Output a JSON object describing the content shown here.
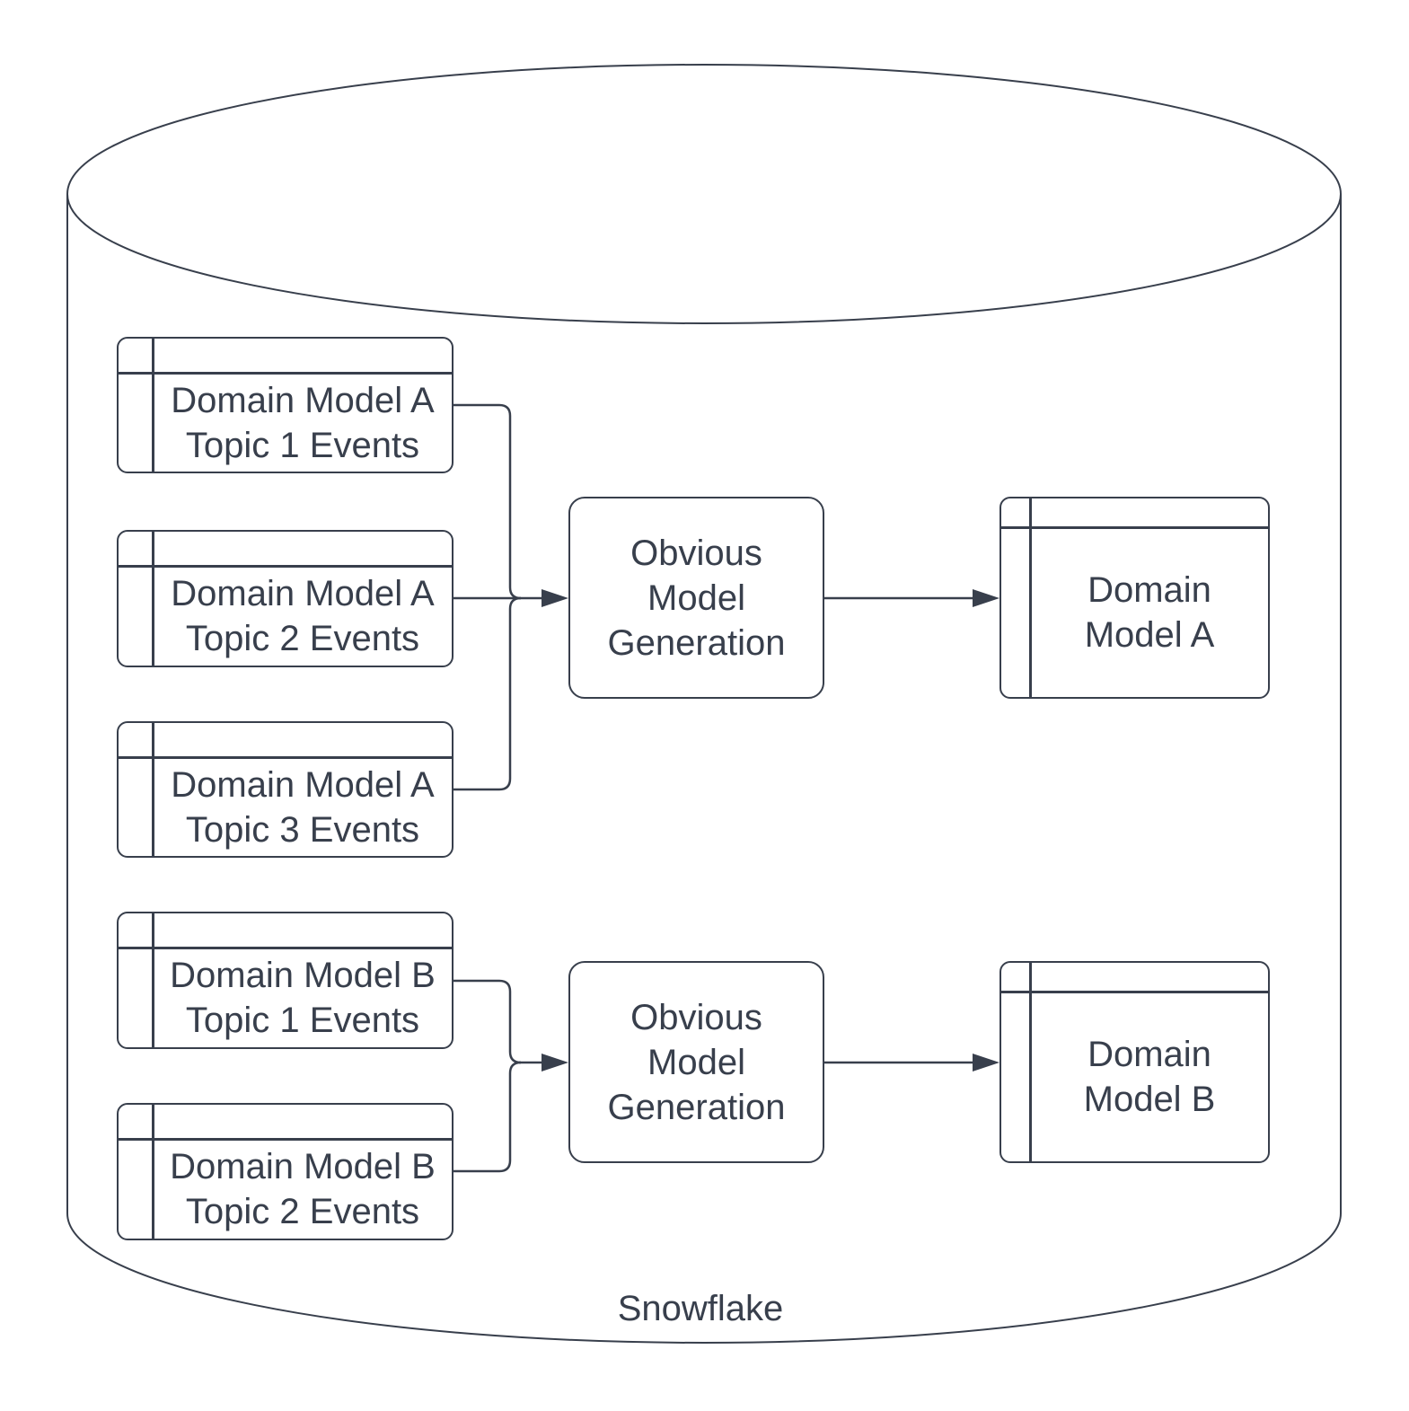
{
  "diagram": {
    "container_label": "Snowflake",
    "container_shape": "database-cylinder",
    "colors": {
      "stroke": "#383f4c",
      "background": "#ffffff"
    },
    "groups": [
      {
        "sources": [
          "Domain Model A\nTopic 1 Events",
          "Domain Model A\nTopic 2 Events",
          "Domain Model A\nTopic 3 Events"
        ],
        "process": "Obvious\nModel\nGeneration",
        "output": "Domain\nModel A"
      },
      {
        "sources": [
          "Domain Model B\nTopic 1 Events",
          "Domain Model B\nTopic 2 Events"
        ],
        "process": "Obvious\nModel\nGeneration",
        "output": "Domain\nModel B"
      }
    ]
  }
}
